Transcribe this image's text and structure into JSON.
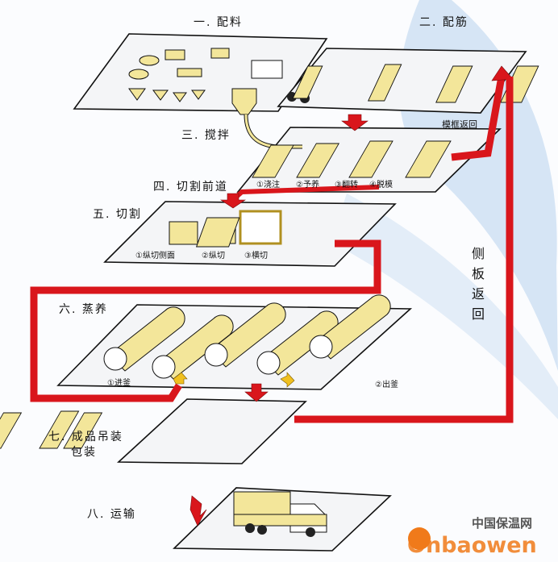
{
  "steps": {
    "s1": "一. 配料",
    "s2": "二. 配筋",
    "s3": "三. 搅拌",
    "s4": "四. 切割前道",
    "s5": "五. 切割",
    "s6": "六. 蒸养",
    "s7_line1": "七. 成品吊装",
    "s7_line2": "包装",
    "s8": "八. 运输"
  },
  "sub": {
    "pour": "①浇注",
    "precure": "②予养",
    "flip": "③翻转",
    "demold": "④脱模",
    "cut1": "①纵切侧面",
    "cut2": "②纵切",
    "cut3": "③横切",
    "in": "①进釜",
    "out": "②出釜"
  },
  "returns": {
    "mold_return": "模框返回",
    "side_return": [
      "侧",
      "板",
      "返",
      "回"
    ]
  },
  "logo": {
    "cn": "中国保温网",
    "en": "Onbaowen"
  },
  "colors": {
    "conveyor": "#d9161c",
    "product": "#f3e69a",
    "accent_arrow": "#f0c020",
    "background_arc": "#cfe0f3",
    "logo": "#f07a1a"
  }
}
